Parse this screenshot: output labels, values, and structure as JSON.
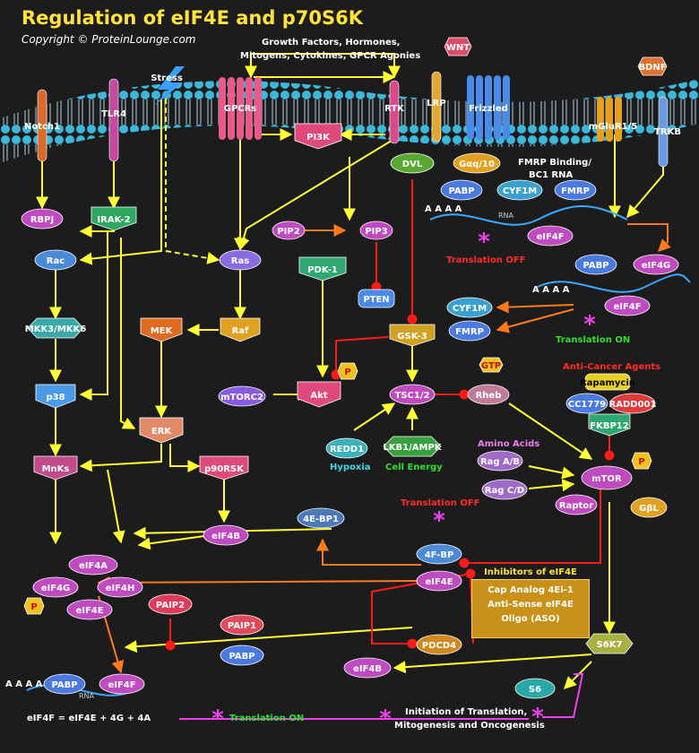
{
  "header": {
    "title": "Regulation of eIF4E and p70S6K",
    "copyright": "Copyright © ProteinLounge.com"
  },
  "nodes": {
    "notch1": "Notch1",
    "tlr4": "TLR4",
    "stress": "Stress",
    "gpcrs": "GPCRs",
    "rtk": "RTK",
    "wnt": "WNT",
    "lrp": "LRP",
    "frizzled": "Frizzled",
    "mglur": "mGluR1/5",
    "bdnf": "BDNF",
    "trkb": "TRKB",
    "dvl": "DVL",
    "gaq": "Gαq/10",
    "pi3k": "PI3K",
    "rbpj": "RBPJ",
    "irak2": "IRAK-2",
    "pip2": "PIP2",
    "pip3": "PIP3",
    "rac": "Rac",
    "ras": "Ras",
    "pdk1": "PDK-1",
    "pten": "PTEN",
    "mkk": "MKK3/MKK6",
    "mek": "MEK",
    "raf": "Raf",
    "gsk3": "GSK-3",
    "p38": "p38",
    "mtorc2": "mTORC2",
    "akt": "Akt",
    "tsc": "TSC1/2",
    "rheb": "Rheb",
    "gtp": "GTP",
    "erk": "ERK",
    "mnks": "MnKs",
    "p90rsk": "p90RSK",
    "redd1": "REDD1",
    "lkb1": "LKB1/AMPK",
    "raga": "Rag A/B",
    "ragc": "Rag C/D",
    "mtor": "mTOR",
    "raptor": "Raptor",
    "gbl": "GβL",
    "eif4b_top": "eIF4B",
    "ebp1": "4E-BP1",
    "fourfbp": "4F-BP",
    "eif4e_mid": "eIF4E",
    "eif4a": "eIF4A",
    "eif4g": "eIF4G",
    "eif4h": "eIF4H",
    "eif4e_left": "eIF4E",
    "paip2": "PAIP2",
    "paip1": "PAIP1",
    "pabp_left": "PABP",
    "pdcd4": "PDCD4",
    "s6k7": "S6K7",
    "eif4b_bot": "eIF4B",
    "s6": "S6",
    "pabp_bottom": "PABP",
    "eif4f_bottom": "eIF4F",
    "pabp_r1": "PABP",
    "cyf1m_r1": "CYF1M",
    "fmrp_r1": "FMRP",
    "eif4f_r1": "eIF4F",
    "pabp_r2": "PABP",
    "eif4g_r2": "eIF4G",
    "eif4f_r2": "eIF4F",
    "cyf1m_r3": "CYF1M",
    "fmrp_r3": "FMRP",
    "rapamycin": "Rapamycin",
    "cc1779": "CC1779",
    "rad001": "RADD001",
    "fkbp12": "FKBP12",
    "p_akt": "P",
    "p_mtor": "P",
    "p_eif4e": "P"
  },
  "labels": {
    "growth_factors": "Growth Factors, Hormones,",
    "growth_factors2": "Mitogens, Cytokines, GPCR Agonies",
    "fmrp_binding": "FMRP Binding/",
    "fmrp_binding2": "BC1 RNA",
    "aaaa1": "A A A A",
    "rna1": "RNA",
    "aaaa2": "A A A A",
    "aaaa3": "A A A A",
    "rna3": "RNA",
    "translation_off1": "Translation OFF",
    "translation_on1": "Translation ON",
    "translation_off2": "Translation OFF",
    "anticancer": "Anti-Cancer Agents",
    "amino_acids": "Amino Acids",
    "hypoxia": "Hypoxia",
    "cell_energy": "Cell Energy",
    "inhibitors_title": "Inhibitors of eIF4E",
    "inhibitors1": "Cap Analog 4Ei-1",
    "inhibitors2": "Anti-Sense eIF4E",
    "inhibitors3": "Oligo (ASO)",
    "eif4f_formula": "eIF4F = eIF4E + 4G + 4A",
    "translation_on2": "Translation ON",
    "initiation1": "Initiation of Translation,",
    "initiation2": "Mitogenesis and Oncogenesis"
  }
}
